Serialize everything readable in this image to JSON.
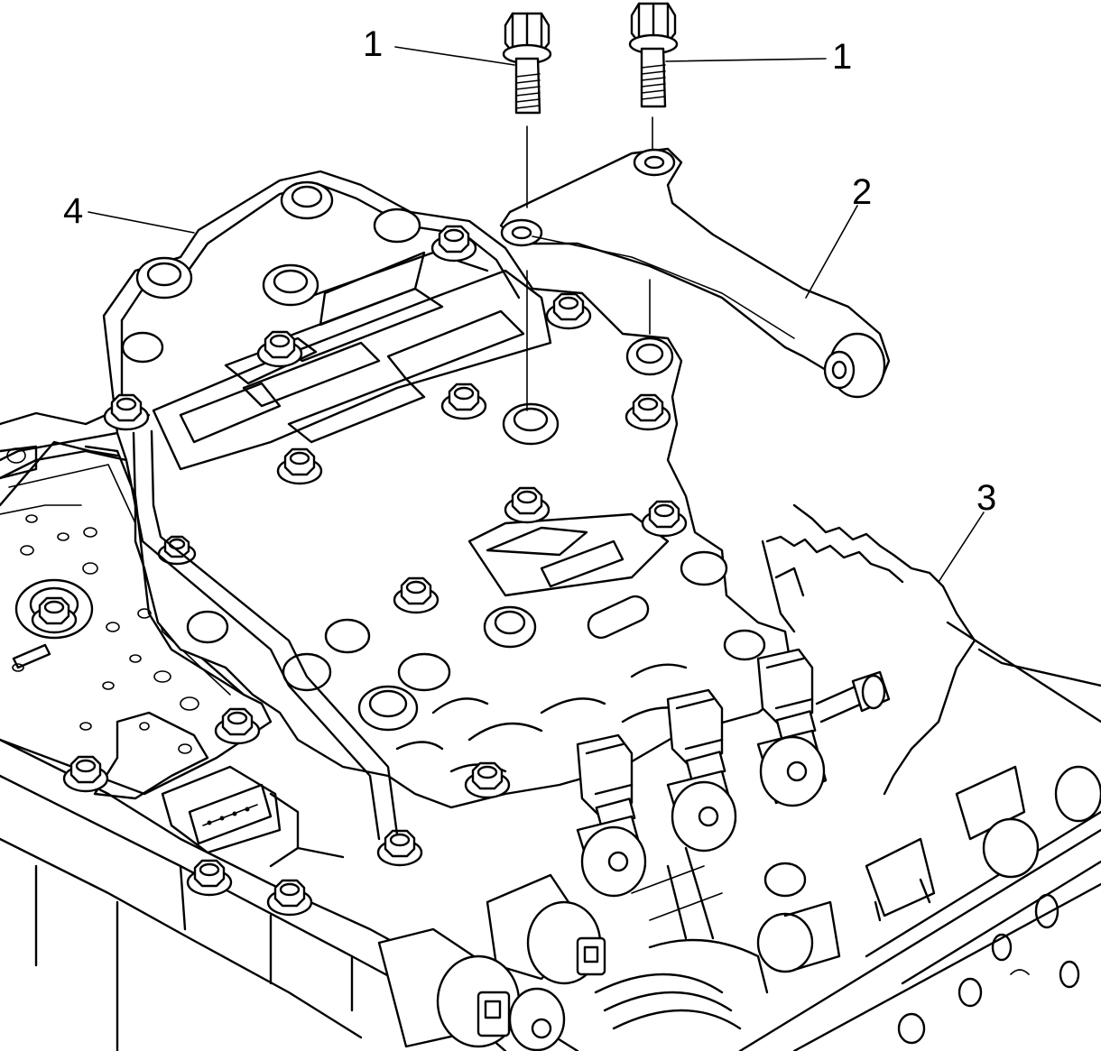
{
  "callouts": {
    "bolt_left": "1",
    "bolt_right": "1",
    "bracket": "2",
    "wiring_harness": "3",
    "valve_body": "4"
  },
  "icons": [
    "bolt-icon",
    "bracket-icon",
    "valve-body-icon",
    "solenoid-icon",
    "connector-icon"
  ],
  "colors": {
    "line": "#000000",
    "background": "#ffffff"
  }
}
